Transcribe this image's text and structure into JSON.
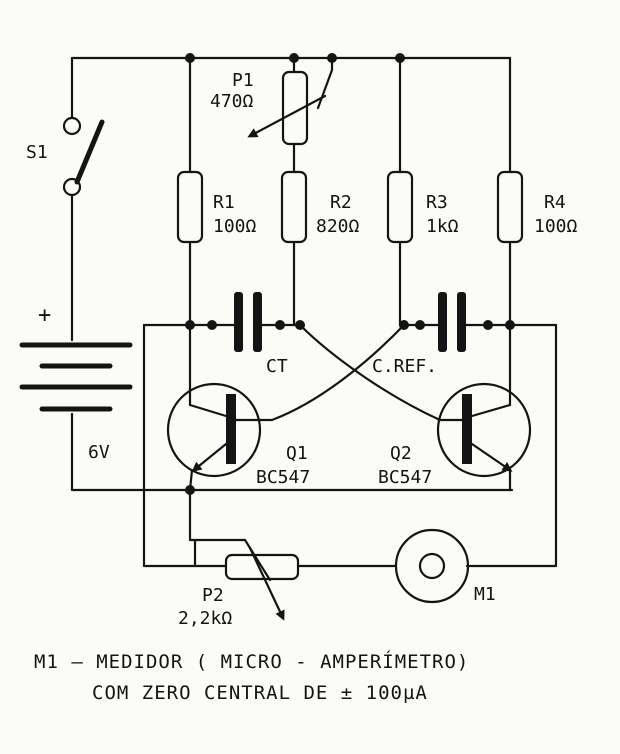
{
  "components": {
    "s1": {
      "ref": "S1"
    },
    "battery": {
      "polarity": "+",
      "voltage": "6V"
    },
    "p1": {
      "ref": "P1",
      "value": "470Ω"
    },
    "r1": {
      "ref": "R1",
      "value": "100Ω"
    },
    "r2": {
      "ref": "R2",
      "value": "820Ω"
    },
    "r3": {
      "ref": "R3",
      "value": "1kΩ"
    },
    "r4": {
      "ref": "R4",
      "value": "100Ω"
    },
    "ct": {
      "ref": "CT"
    },
    "cref": {
      "ref": "C.REF."
    },
    "q1": {
      "ref": "Q1",
      "type": "BC547"
    },
    "q2": {
      "ref": "Q2",
      "type": "BC547"
    },
    "p2": {
      "ref": "P2",
      "value": "2,2kΩ"
    },
    "m1": {
      "ref": "M1"
    }
  },
  "caption": {
    "line1": "M1 – MEDIDOR ( MICRO - AMPERÍMETRO)",
    "line2": "COM ZERO CENTRAL DE ± 100µA"
  }
}
